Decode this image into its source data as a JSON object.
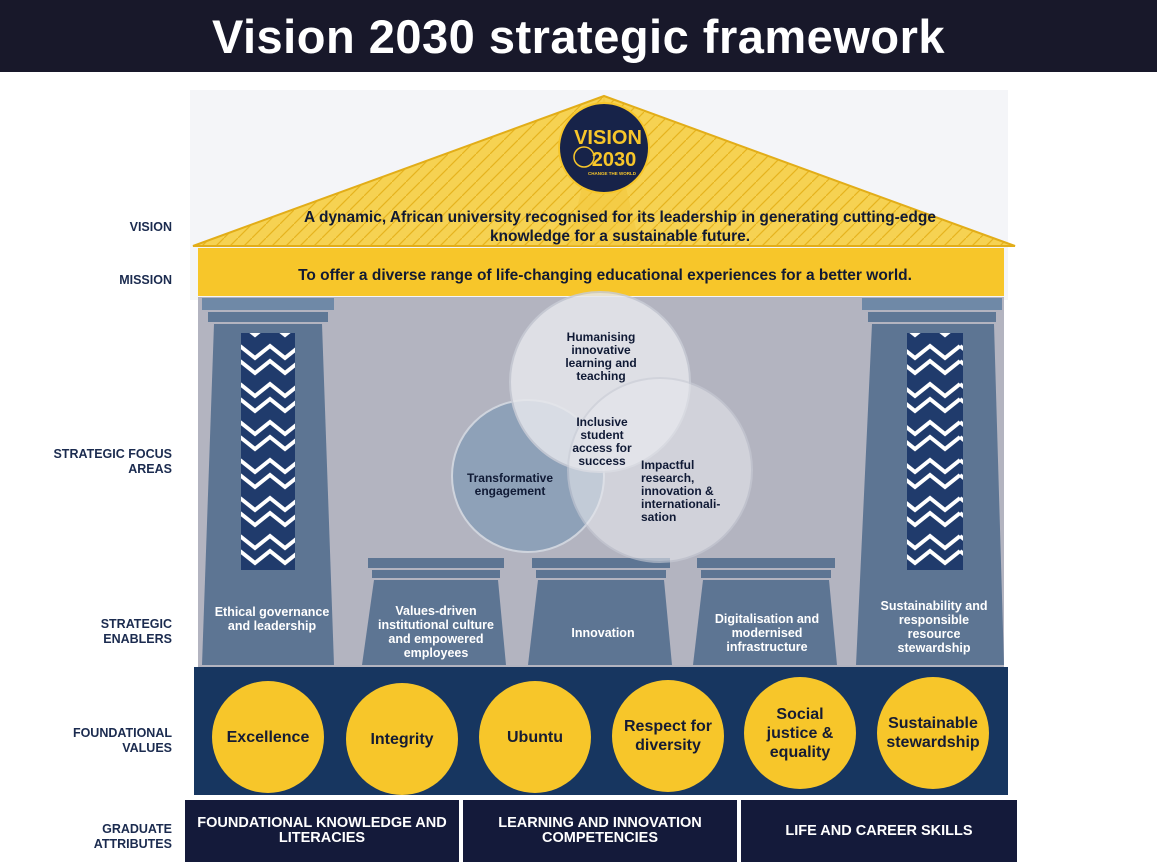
{
  "title": "Vision 2030 strategic framework",
  "logo": {
    "line1": "VISION",
    "line2": "2030",
    "tagline": "CHANGE THE WORLD"
  },
  "row_labels": {
    "vision": "VISION",
    "mission": "MISSION",
    "focus": "STRATEGIC FOCUS AREAS",
    "enablers": "STRATEGIC ENABLERS",
    "values": "FOUNDATIONAL VALUES",
    "attributes": "GRADUATE ATTRIBUTES"
  },
  "vision_text": "A dynamic, African university recognised for its leadership in generating cutting-edge knowledge for a sustainable future.",
  "mission_text": "To offer a diverse range of life-changing educational experiences for a better world.",
  "focus_areas": {
    "top": "Humanising innovative learning and teaching",
    "center": "Inclusive student access for success",
    "left": "Transformative engagement",
    "right": "Impactful research, innovation & internationali-sation"
  },
  "enablers": [
    "Ethical governance and leadership",
    "Values-driven institutional culture and empowered employees",
    "Innovation",
    "Digitalisation and modernised infrastructure",
    "Sustainability and responsible resource stewardship"
  ],
  "values": [
    "Excellence",
    "Integrity",
    "Ubuntu",
    "Respect for diversity",
    "Social justice & equality",
    "Sustainable stewardship"
  ],
  "attributes": [
    "FOUNDATIONAL KNOWLEDGE AND LITERACIES",
    "LEARNING AND INNOVATION COMPETENCIES",
    "LIFE AND CAREER SKILLS"
  ],
  "colors": {
    "navy": "#18182a",
    "gold": "#f7c62a",
    "steel_blue": "#5d7593",
    "base_navy": "#173660",
    "attr_navy": "#141a3a",
    "label_blue": "#1b2b4f"
  }
}
